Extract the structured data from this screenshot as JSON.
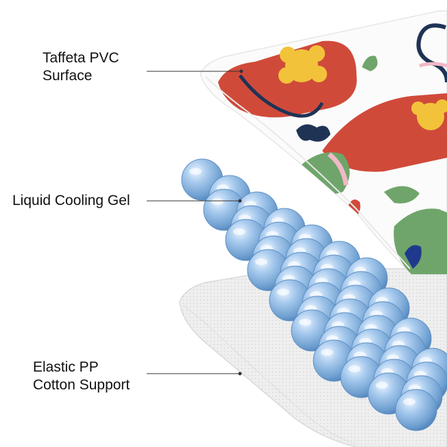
{
  "labels": [
    {
      "line1": "Taffeta PVC",
      "line2": "Surface"
    },
    {
      "line1": "Liquid Cooling Gel"
    },
    {
      "line1": "Elastic PP",
      "line2": "Cotton Support"
    }
  ],
  "colors": {
    "background": "#ffffff",
    "gel": "#8fb7de",
    "mat_red": "#d04a3a",
    "mat_yellow": "#f2c33a",
    "mat_navy": "#1f3355",
    "mat_green": "#6fa56a",
    "mat_pink": "#f0b9c5",
    "support_mesh": "#ececec"
  },
  "layers": [
    "taffeta-pvc-surface",
    "liquid-cooling-gel",
    "elastic-pp-cotton-support"
  ]
}
